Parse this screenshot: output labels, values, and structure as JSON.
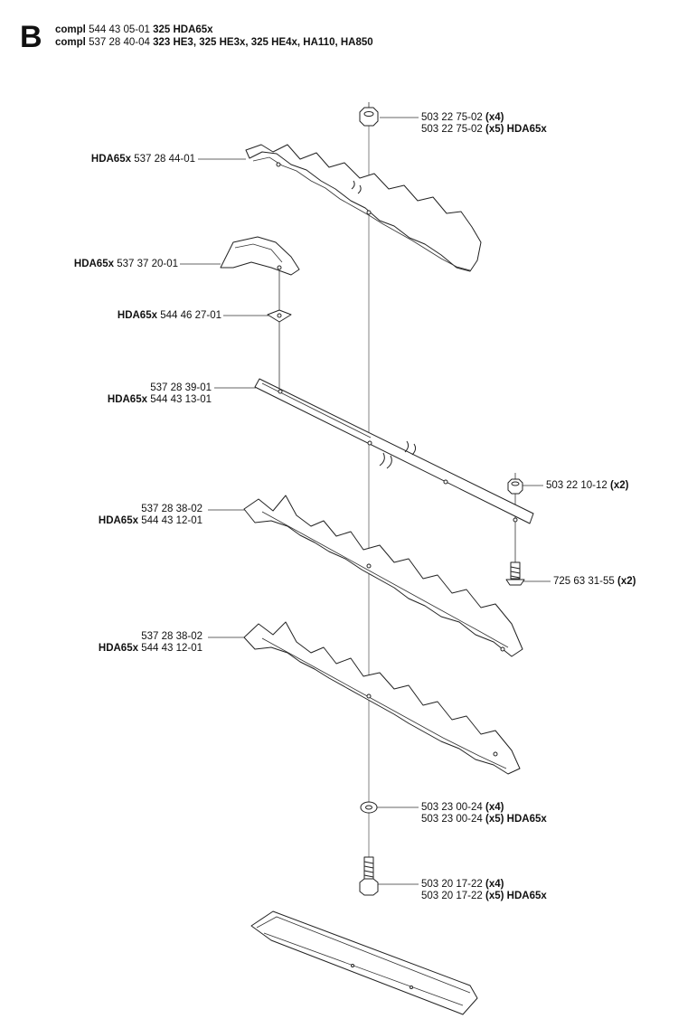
{
  "section": "B",
  "header": [
    {
      "prefix": "compl",
      "part": "544 43 05-01",
      "models": "325 HDA65x"
    },
    {
      "prefix": "compl",
      "part": "537 28 40-04",
      "models": "323 HE3, 325 HE3x, 325 HE4x, HA110, HA850"
    }
  ],
  "callouts": [
    {
      "id": "nut",
      "lines": [
        {
          "part": "503 22 75-02",
          "qty": "(x4)",
          "model": ""
        },
        {
          "part": "503 22 75-02",
          "qty": "(x5)",
          "model": "HDA65x"
        }
      ]
    },
    {
      "id": "top-blade",
      "lines": [
        {
          "model": "HDA65x",
          "part": "537 28 44-01"
        }
      ]
    },
    {
      "id": "guide",
      "lines": [
        {
          "model": "HDA65x",
          "part": "537 37 20-01"
        }
      ]
    },
    {
      "id": "washer-plate",
      "lines": [
        {
          "model": "HDA65x",
          "part": "544 46 27-01"
        }
      ]
    },
    {
      "id": "bar",
      "lines": [
        {
          "model": "",
          "part": "537 28 39-01"
        },
        {
          "model": "HDA65x",
          "part": "544 43 13-01"
        }
      ]
    },
    {
      "id": "nut-small",
      "lines": [
        {
          "part": "503 22 10-12",
          "qty": "(x2)",
          "model": ""
        }
      ]
    },
    {
      "id": "screw",
      "lines": [
        {
          "part": "725 63 31-55",
          "qty": "(x2)",
          "model": ""
        }
      ]
    },
    {
      "id": "blade-1",
      "lines": [
        {
          "model": "",
          "part": "537 28 38-02"
        },
        {
          "model": "HDA65x",
          "part": "544 43 12-01"
        }
      ]
    },
    {
      "id": "blade-2",
      "lines": [
        {
          "model": "",
          "part": "537 28 38-02"
        },
        {
          "model": "HDA65x",
          "part": "544 43 12-01"
        }
      ]
    },
    {
      "id": "washer",
      "lines": [
        {
          "part": "503 23 00-24",
          "qty": "(x4)",
          "model": ""
        },
        {
          "part": "503 23 00-24",
          "qty": "(x5)",
          "model": "HDA65x"
        }
      ]
    },
    {
      "id": "bolt",
      "lines": [
        {
          "part": "503 20 17-22",
          "qty": "(x4)",
          "model": ""
        },
        {
          "part": "503 20 17-22",
          "qty": "(x5)",
          "model": "HDA65x"
        }
      ]
    }
  ]
}
